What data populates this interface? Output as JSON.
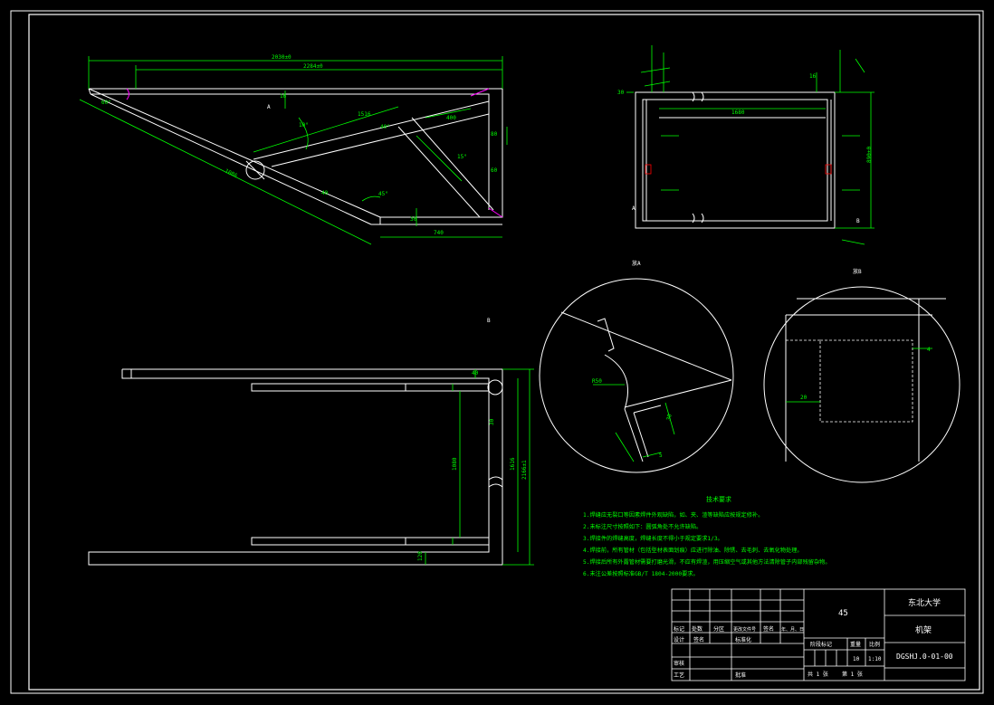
{
  "colors": {
    "background": "#000000",
    "outline": "#ffffff",
    "dimension": "#00ff00",
    "text": "#ffffff",
    "marker": "#ff00ff",
    "red": "#ff0000"
  },
  "top_view": {
    "dim_overall_1": "2030±0",
    "dim_overall_2": "2284±0",
    "dim_diag": "1516",
    "dim_long": "1086",
    "dim_mid": "400",
    "dim_bottom": "740",
    "dim_side_1": "80",
    "dim_side_2": "60",
    "dim_small": "30",
    "dim_angle_1": "60°",
    "dim_angle_2": "10°",
    "dim_angle_3": "15°",
    "dim_angle_4": "45°",
    "dim_angle_5": "40°",
    "label_a": "A"
  },
  "right_view": {
    "dim_width": "1680",
    "dim_height": "890±0",
    "dim_left": "30",
    "dim_top": "16",
    "label_a": "A",
    "label_b": "B"
  },
  "front_view": {
    "label_b": "B",
    "dim_height_1": "1080",
    "dim_height_2": "1616",
    "dim_height_3": "2166±1",
    "dim_small_1": "40",
    "dim_small_2": "30",
    "dim_small_3": "120"
  },
  "detail_a": {
    "label": "放A",
    "dim_radius": "R50",
    "dim_depth": "30",
    "dim_small": "5"
  },
  "detail_b": {
    "label": "放B",
    "dim_width": "20",
    "dim_offset": "4"
  },
  "tech_requirements": {
    "heading": "技术要求",
    "items": [
      "1.焊缝应无裂口等因素焊件外观缺陷，如、夹、渣等缺陷应按规定修补。",
      "2.未标注尺寸按照如下：圆弧角处不允许缺陷。",
      "3.焊接件的焊缝高度，焊缝长度不得小于规定要求1/3。",
      "4.焊接前，所有管材（包括型材表面划痕）应进行除油、除锈、去毛刺、去氧化物处理。",
      "5.焊接后所有外露管材需要打磨光滑，不应有焊渣，用压缩空气或其他方法清除管子内部残留杂物。",
      "6.未注公差按照标准GB/T 1804-2000要求。"
    ]
  },
  "title_block": {
    "material": "45",
    "university": "东北大学",
    "part_name": "机架",
    "drawing_no": "DGSHJ.0-01-00",
    "col_headers": [
      "标记",
      "处数",
      "分区",
      "更改文件号",
      "签名",
      "年、月、日"
    ],
    "row_design": "设计",
    "row_standard": "标准化",
    "row_check": "审核",
    "row_process": "工艺",
    "row_approve": "批准",
    "row_signature": "签名",
    "stage_label": "阶段标记",
    "weight_label": "重量",
    "scale_label": "比例",
    "weight_value": "10",
    "scale_value": "1:10",
    "sheet_total": "共 1 张",
    "sheet_no": "第 1 张"
  }
}
